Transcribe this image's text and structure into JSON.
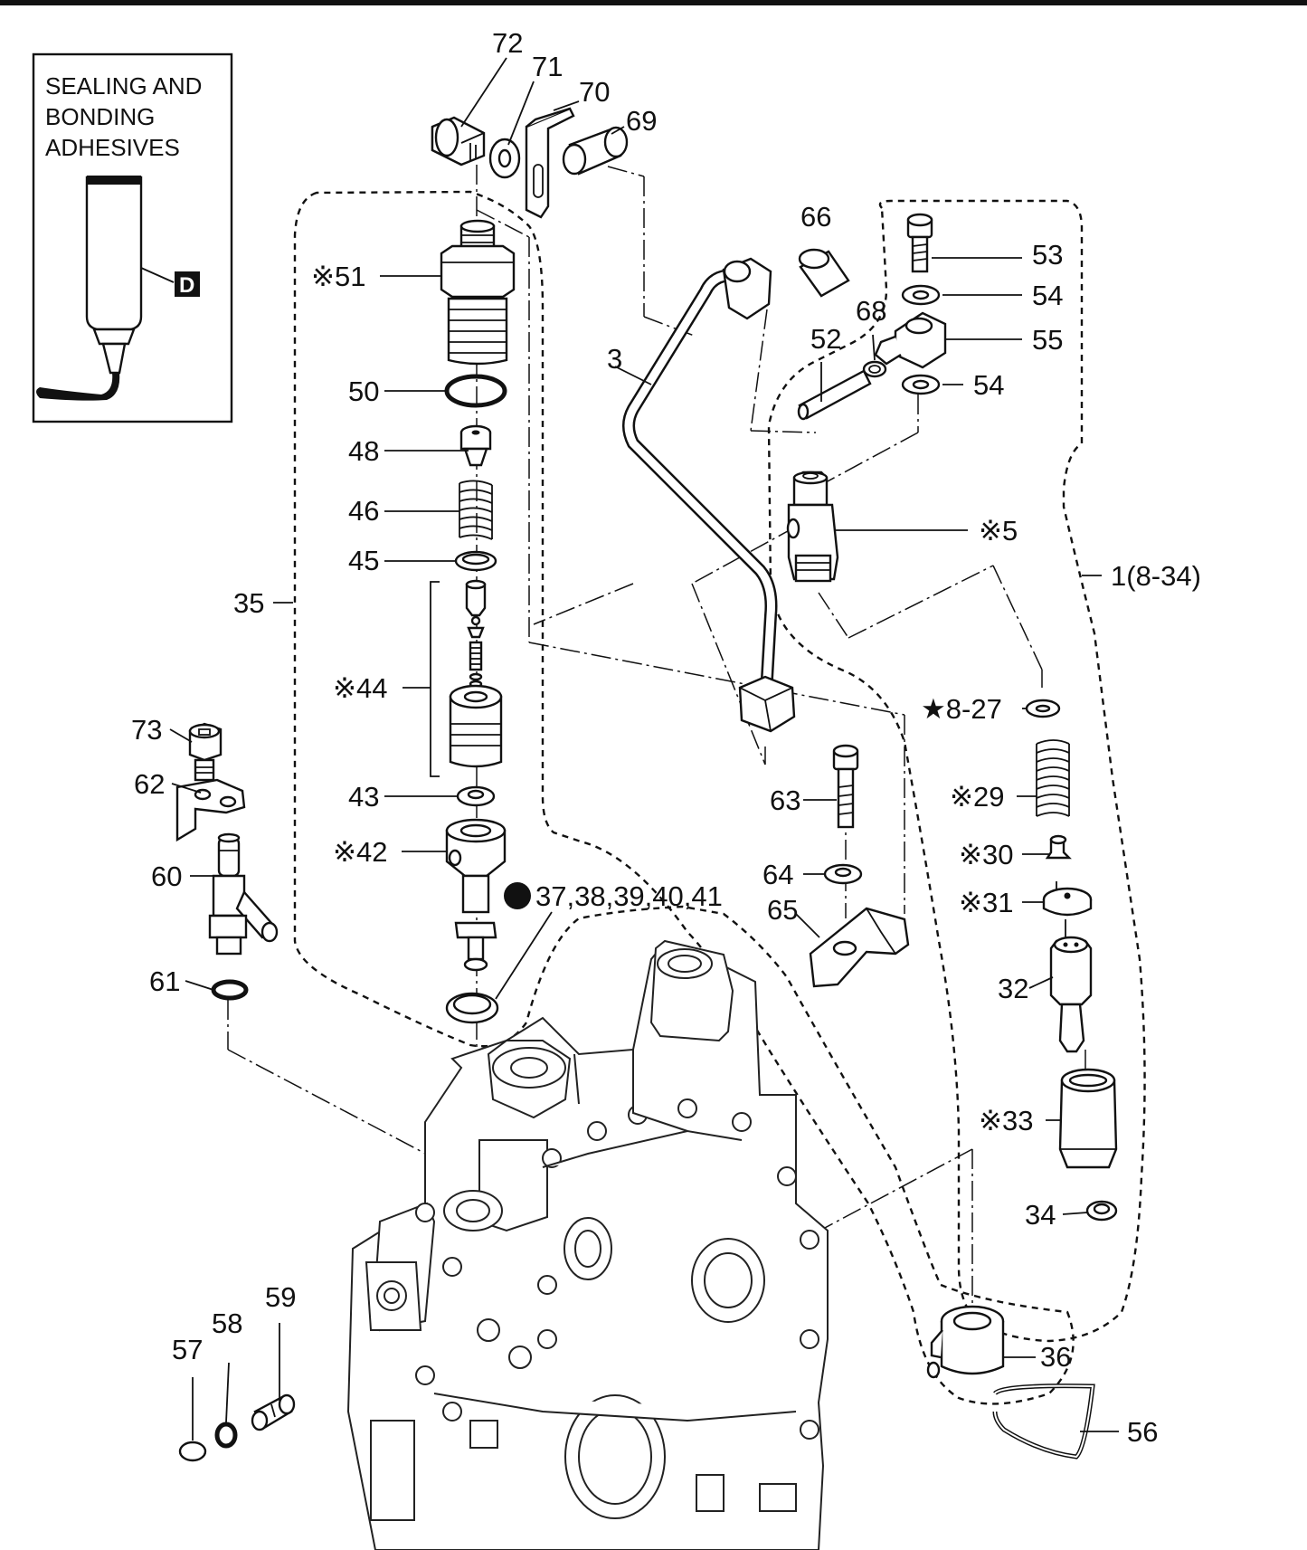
{
  "legend": {
    "lines": [
      "SEALING AND",
      "BONDING",
      "ADHESIVES"
    ],
    "badge": "D"
  },
  "callouts": {
    "p72": "72",
    "p71": "71",
    "p70": "70",
    "p69": "69",
    "p66": "66",
    "p53": "53",
    "p54a": "54",
    "p68": "68",
    "p52": "52",
    "p55": "55",
    "p54b": "54",
    "p51": "※51",
    "p50": "50",
    "p48": "48",
    "p46": "46",
    "p45": "45",
    "p35": "35",
    "p44": "※44",
    "p43": "43",
    "p42": "※42",
    "p3": "3",
    "p5": "※5",
    "p1": "1(8-34)",
    "p8_27": "★8-27",
    "p29": "※29",
    "p63": "63",
    "p64": "64",
    "p65": "65",
    "p30": "※30",
    "p31": "※31",
    "p32": "32",
    "p33": "※33",
    "p34": "34",
    "p37_41": "37,38,39,40,41",
    "p73": "73",
    "p62": "62",
    "p60": "60",
    "p61": "61",
    "p57": "57",
    "p58": "58",
    "p59": "59",
    "p36": "36",
    "p56": "56"
  },
  "icons": {
    "adhesive": "adhesive-tube-icon",
    "bullet": "filled-circle-icon"
  }
}
